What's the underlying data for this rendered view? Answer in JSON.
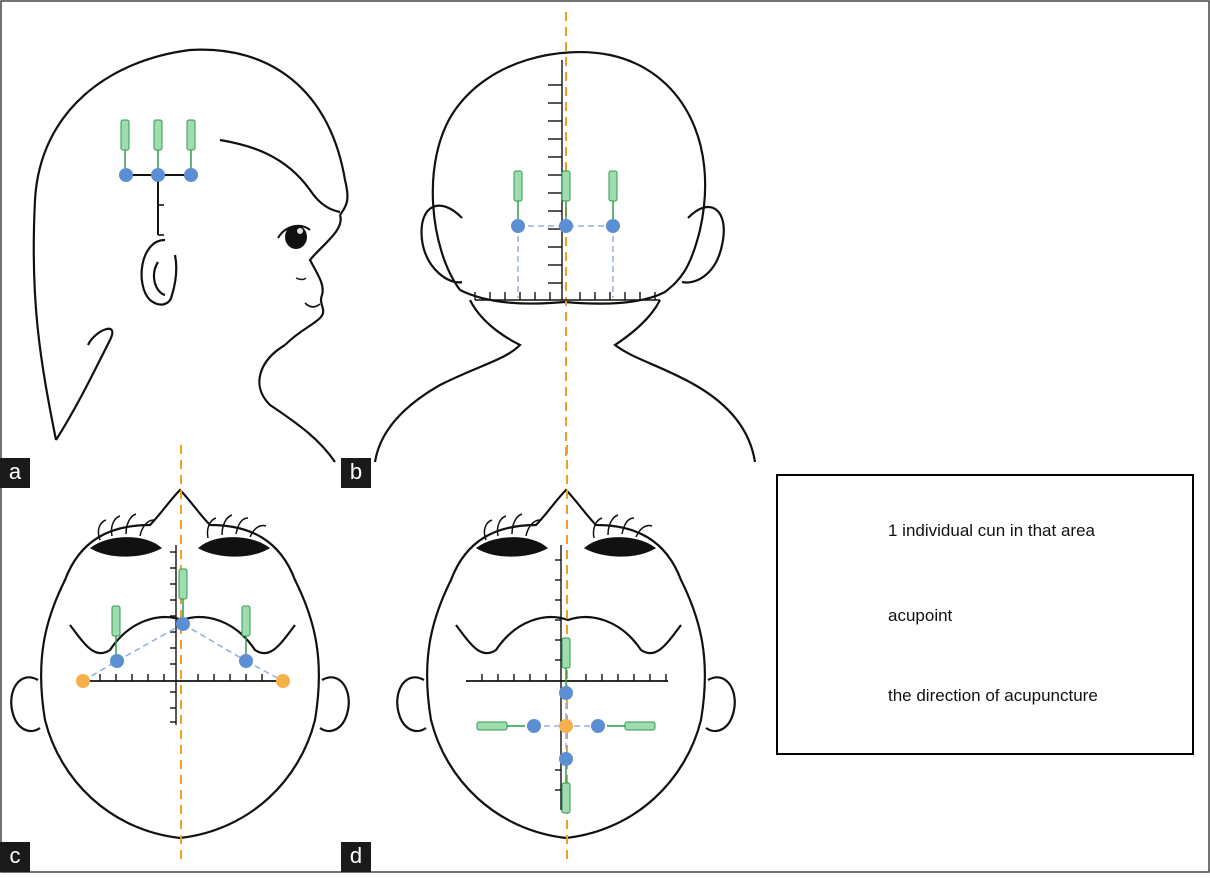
{
  "panels": {
    "a": {
      "tag": "a"
    },
    "b": {
      "tag": "b"
    },
    "c": {
      "tag": "c"
    },
    "d": {
      "tag": "d"
    }
  },
  "legend": {
    "items": [
      {
        "icon": "cun-bracket-icon",
        "label": "1 individual cun in that area"
      },
      {
        "icon": "acupoint-dot-icon",
        "label": "acupoint"
      },
      {
        "icon": "needle-direction-icon",
        "label": "the direction of acupuncture"
      }
    ]
  },
  "colors": {
    "acupoint": "#5b8fd4",
    "reference_point": "#f5b04a",
    "midline": "#f0a020",
    "needle_fill": "#9fdcb0",
    "needle_stroke": "#2f9a4a",
    "connector": "#8fb0e0",
    "outline": "#111111"
  }
}
